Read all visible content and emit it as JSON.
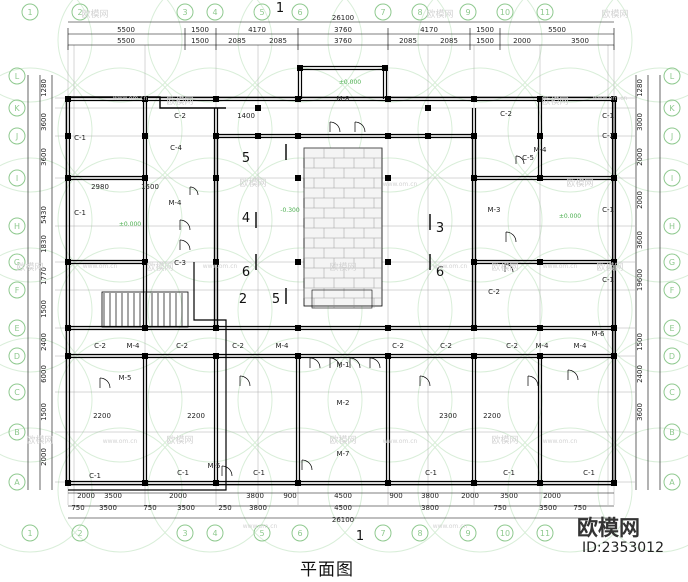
{
  "title": "平面图",
  "brand": "欧模网",
  "image_id": "ID:2353012",
  "watermark": "欧模网",
  "watermark_url": "www.om.cn",
  "total_width": "26100",
  "top_dims_row1": [
    "5500",
    "1500",
    "4170",
    "3760",
    "4170",
    "1500",
    "5500"
  ],
  "top_dims_row2": [
    "5500",
    "1500",
    "2085",
    "2085",
    "3760",
    "2085",
    "2085",
    "1500",
    "2000",
    "3500"
  ],
  "bottom_dims_row1": [
    "2000",
    "3500",
    "2000",
    "3800",
    "900",
    "4500",
    "900",
    "3800",
    "2000",
    "3500",
    "2000"
  ],
  "bottom_dims_row2": [
    "750",
    "3500",
    "750",
    "3500",
    "250",
    "3800",
    "4500",
    "3800",
    "750",
    "3500",
    "750"
  ],
  "left_dims": [
    "1280",
    "3600",
    "3600",
    "5430",
    "1830",
    "1770",
    "1500",
    "2400",
    "6000",
    "1500",
    "2000"
  ],
  "right_dims": [
    "1280",
    "3000",
    "2000",
    "2000",
    "3600",
    "19600",
    "1500",
    "2400",
    "3600"
  ],
  "axis_top": [
    "1",
    "2",
    "3",
    "4",
    "5",
    "6",
    "7",
    "8",
    "9",
    "10",
    "11"
  ],
  "axis_side": [
    "A",
    "B",
    "C",
    "D",
    "E",
    "F",
    "G",
    "H",
    "I",
    "J",
    "K",
    "L"
  ],
  "room_labels": [
    "C-1",
    "C-2",
    "C-3",
    "C-4",
    "C-5",
    "M-1",
    "M-2",
    "M-3",
    "M-4",
    "M-5",
    "M-6",
    "M-7",
    "M-8"
  ],
  "inner_dims": [
    "2980",
    "1500",
    "2200",
    "2200",
    "2300",
    "2200",
    "1400"
  ],
  "elevations": [
    "±0.000",
    "-0.300",
    "±0.000",
    "±0.000"
  ],
  "section_marks": [
    "1",
    "2",
    "3",
    "4",
    "5",
    "6"
  ]
}
